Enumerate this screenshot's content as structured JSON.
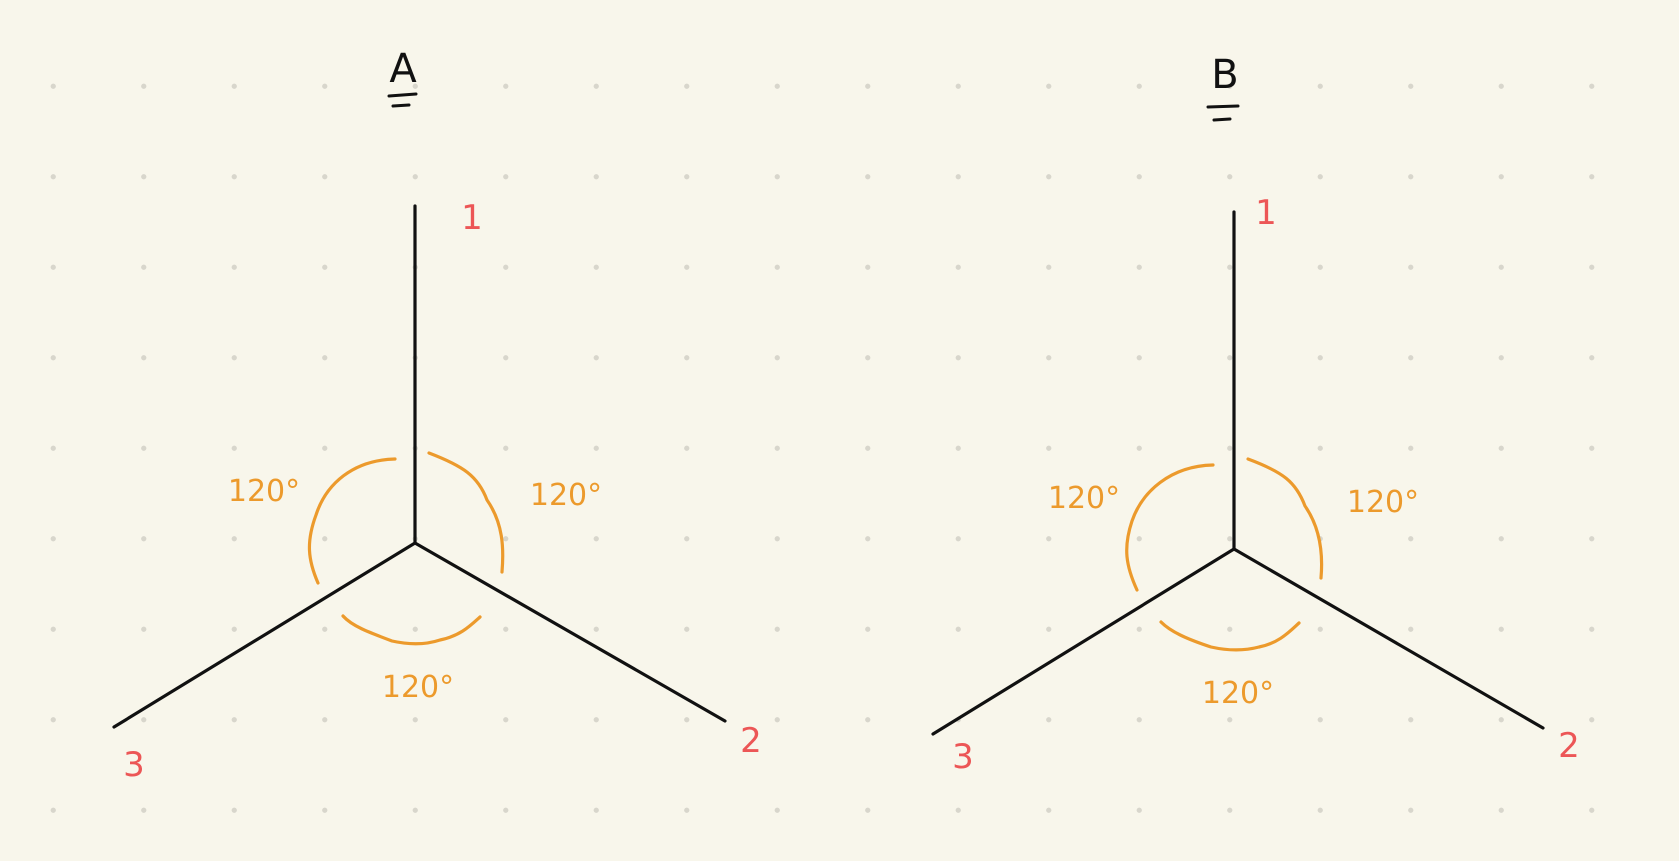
{
  "colors": {
    "background": "#f8f6eb",
    "dot_grid": "#d8d6cc",
    "bond": "#111111",
    "position_label": "#ec5656",
    "angle_annotation": "#ec9a2c"
  },
  "diagrams": [
    {
      "id": "A",
      "title": "A",
      "bond_labels": [
        "1",
        "2",
        "3"
      ],
      "angles": [
        "120°",
        "120°",
        "120°"
      ]
    },
    {
      "id": "B",
      "title": "B",
      "bond_labels": [
        "1",
        "2",
        "3"
      ],
      "angles": [
        "120°",
        "120°",
        "120°"
      ]
    }
  ]
}
